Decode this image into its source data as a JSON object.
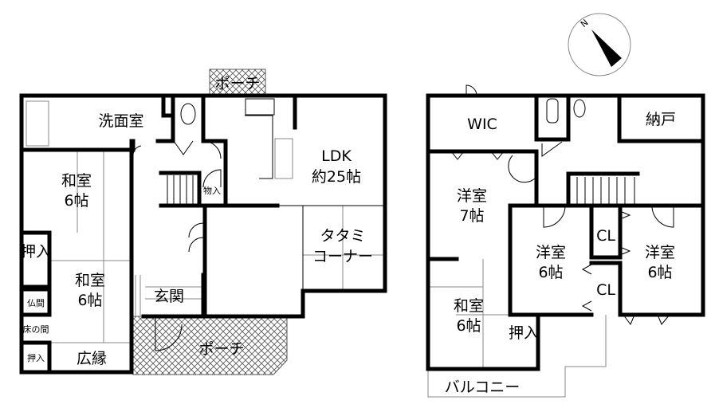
{
  "floor1": {
    "porch_top": "ポーチ",
    "washroom": "洗面室",
    "ldk": "LDK",
    "ldk_size": "約25帖",
    "storage": "物入",
    "washitsu1": "和室",
    "washitsu1_size": "6帖",
    "oshiire1": "押入",
    "washitsu2": "和室",
    "washitsu2_size": "6帖",
    "butsuma": "仏間",
    "tokonoma": "床の間",
    "oshiire2": "押入",
    "hiroen": "広縁",
    "genkan": "玄関",
    "porch": "ポーチ",
    "tatami1": "タタミ",
    "tatami2": "コーナー"
  },
  "floor2": {
    "wic": "WIC",
    "nando": "納戸",
    "yoshitsu7": "洋室",
    "yoshitsu7_size": "7帖",
    "yoshitsu6a": "洋室",
    "yoshitsu6a_size": "6帖",
    "yoshitsu6b": "洋室",
    "yoshitsu6b_size": "6帖",
    "cl1": "CL",
    "cl2": "CL",
    "washitsu": "和室",
    "washitsu_size": "6帖",
    "oshiire": "押入",
    "balcony": "バルコニー"
  },
  "compass": {
    "north": "N"
  }
}
